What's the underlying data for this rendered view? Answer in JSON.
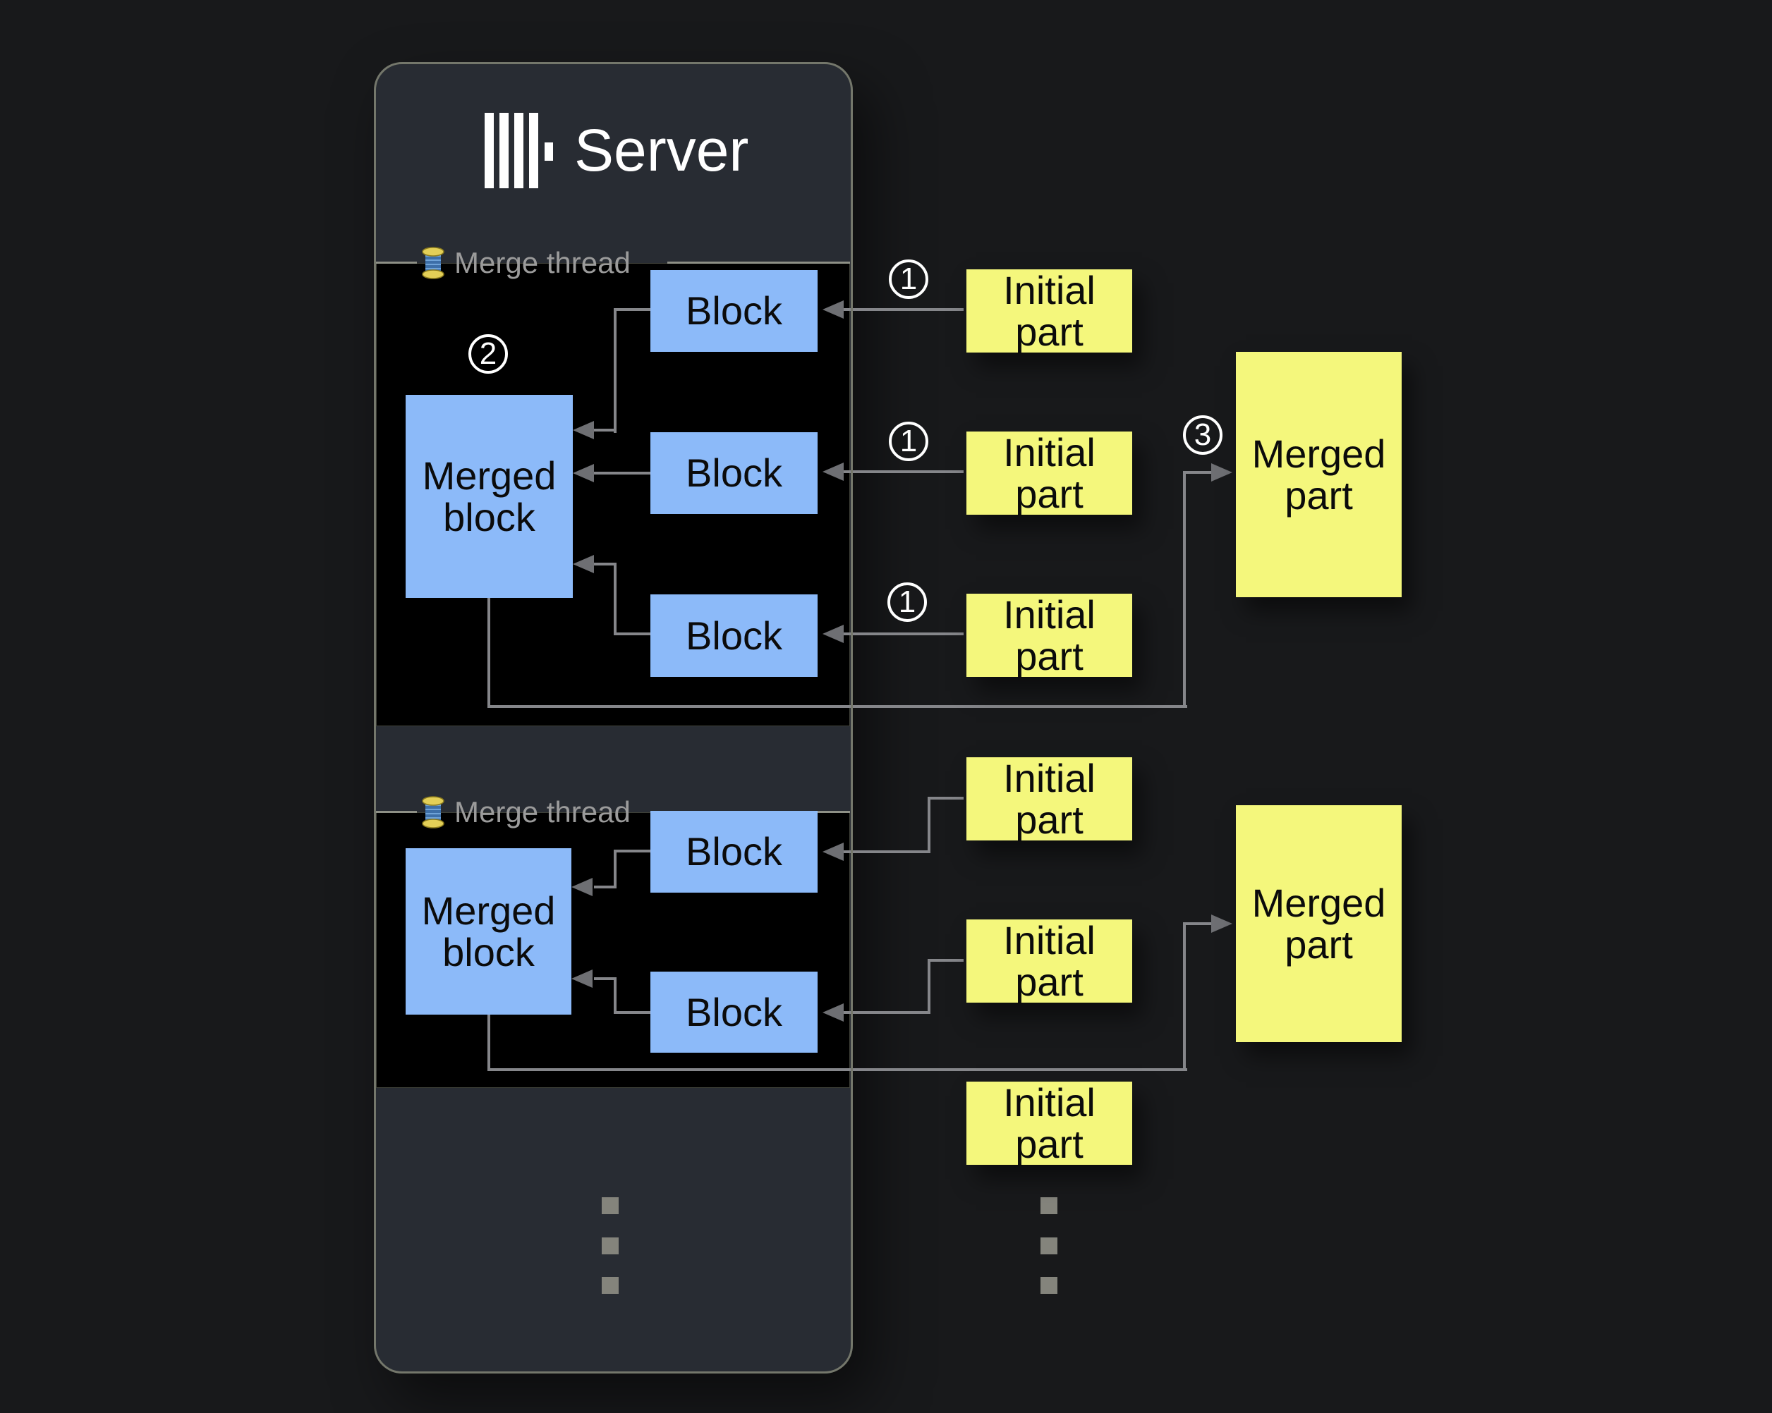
{
  "app": {
    "title": "Server"
  },
  "threads": [
    {
      "label": "Merge thread",
      "badge": "2",
      "merged_block": "Merged block",
      "blocks": [
        "Block",
        "Block",
        "Block"
      ]
    },
    {
      "label": "Merge thread",
      "merged_block": "Merged block",
      "blocks": [
        "Block",
        "Block"
      ]
    }
  ],
  "parts": {
    "group1": {
      "initial": [
        {
          "label": "Initial part",
          "badge": "1"
        },
        {
          "label": "Initial part",
          "badge": "1"
        },
        {
          "label": "Initial part",
          "badge": "1"
        }
      ],
      "merged": {
        "label": "Merged part",
        "badge": "3"
      }
    },
    "group2": {
      "initial": [
        {
          "label": "Initial part"
        },
        {
          "label": "Initial part"
        },
        {
          "label": "Initial part"
        }
      ],
      "merged": {
        "label": "Merged part"
      }
    }
  },
  "colors": {
    "block_blue": "#8cbaf9",
    "part_yellow": "#f4f77c",
    "panel_gray": "#282c33",
    "section_black": "#000000",
    "line_gray": "#85868a",
    "label_gray": "#9b9b9b"
  }
}
